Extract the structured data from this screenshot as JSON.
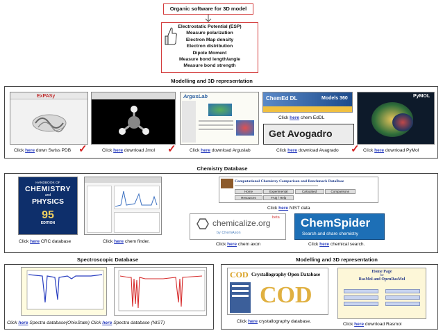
{
  "top": {
    "title": "Organic software for 3D model",
    "items": [
      "Electrostatic Potential (ESP)",
      "Measure polarization",
      "Electron Map density",
      "Electron distribution",
      "Dipole Moment",
      "Measure bond length/angle",
      "Measure bond strength"
    ]
  },
  "modelling": {
    "title": "Modelling and 3D representation",
    "thumbs": {
      "expasy": "ExPASy",
      "arguslab": "ArgusLab",
      "chemed": "ChemEd DL",
      "models": "Models 360",
      "avogadro": "Get Avogadro",
      "pymol": "PyMOL"
    },
    "captions": {
      "click": "Click",
      "here": "here",
      "swiss": "down Swiss PDB",
      "jmol": "download  Jmol",
      "arguslab": "download Arguslab",
      "avogadro": "download Avagrado",
      "pymol": "download PyMol",
      "chemedl": "chem EdDL"
    },
    "check": "✓"
  },
  "chemistry": {
    "title": "Chemistry Database",
    "crc_book": {
      "line1": "HANDBOOK OF",
      "line2": "CHEMISTRY",
      "line3": "and",
      "line4": "PHYSICS",
      "line5": "95",
      "line6": "EDITION"
    },
    "nist_title": "Computational Chemistry Comparison and Benchmark DataBase",
    "nist_menu": [
      "Home",
      "Experimental",
      "Calculated",
      "Comparisons",
      "Resources",
      "FAQ / Help"
    ],
    "chemicalize": "chemicalize.org",
    "chemicalize_by": "by ChemAxon",
    "chemicalize_beta": "beta",
    "chemspider": "ChemSpider",
    "chemspider_tag": "Search and share chemistry",
    "captions": {
      "click": "Click",
      "here": "here",
      "crc": " CRC database",
      "finder": "chem finder.",
      "nist": "NIST data",
      "axon": "chem axon",
      "search": "chemical search."
    }
  },
  "spectro": {
    "title": "Spectroscopic Database",
    "caption": {
      "click1": "Click",
      "here1": "here",
      "t1": "Spectra database(OhioState)",
      "click2": "Click",
      "here2": "here",
      "t2": "Spectra database  (NIST)"
    }
  },
  "modelling2": {
    "title": "Modelling and 3D representation",
    "cod_title": "Crystallography Open Database",
    "cod_logo": "COD",
    "rasmol_title1": "Home Page",
    "rasmol_title2": "for",
    "rasmol_title3": "RasMol and OpenRasMol",
    "captions": {
      "click": "Click",
      "here": "here",
      "cod": "crystallography database.",
      "rasmol": "download Rasmol"
    }
  },
  "colors": {
    "link": "#2b3fbf",
    "accent_red": "#d33b3b",
    "check_red": "#d32020"
  }
}
